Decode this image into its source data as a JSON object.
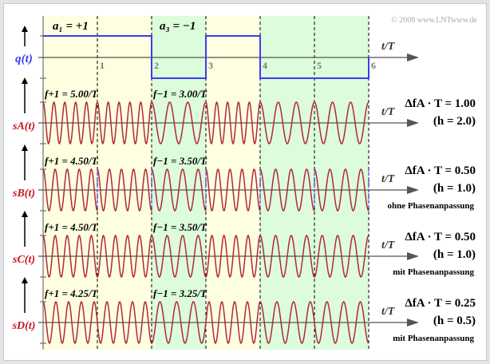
{
  "copyright": "© 2008 www.LNTwww.de",
  "axis_label": "t/T",
  "tick_labels": [
    "1",
    "2",
    "3",
    "4",
    "5",
    "6"
  ],
  "symbols": [
    1,
    1,
    -1,
    1,
    -1,
    -1
  ],
  "symbol_labels": {
    "a1": "a₁ = +1",
    "a3": "a₃ = −1"
  },
  "colors": {
    "yellow": "#fefee0",
    "green": "#dcfcdc",
    "q": "#3c3cf0",
    "s": "#b0283c",
    "label_q": "#3c3cf0",
    "label_s": "#c8141e"
  },
  "rows": [
    {
      "id": "q",
      "label": "q(t)"
    },
    {
      "id": "A",
      "label": "sA(t)",
      "f_plus": "f+1 = 5.00/T",
      "f_minus": "f−1 = 3.00/T",
      "fp": 5.0,
      "fm": 3.0,
      "phase_continuous": true,
      "delta": "ΔfA · T = 1.00",
      "h": "(h = 2.0)",
      "note": ""
    },
    {
      "id": "B",
      "label": "sB(t)",
      "f_plus": "f+1 = 4.50/T",
      "f_minus": "f−1 = 3.50/T",
      "fp": 4.5,
      "fm": 3.5,
      "phase_continuous": false,
      "delta": "ΔfA · T = 0.50",
      "h": "(h = 1.0)",
      "note": "ohne Phasenanpassung"
    },
    {
      "id": "C",
      "label": "sC(t)",
      "f_plus": "f+1 = 4.50/T",
      "f_minus": "f−1 = 3.50/T",
      "fp": 4.5,
      "fm": 3.5,
      "phase_continuous": true,
      "delta": "ΔfA · T = 0.50",
      "h": "(h = 1.0)",
      "note": "mit Phasenanpassung"
    },
    {
      "id": "D",
      "label": "sD(t)",
      "f_plus": "f+1 = 4.25/T",
      "f_minus": "f−1 = 3.25/T",
      "fp": 4.25,
      "fm": 3.25,
      "phase_continuous": true,
      "delta": "ΔfA · T = 0.25",
      "h": "(h = 0.5)",
      "note": "mit Phasenanpassung"
    }
  ]
}
